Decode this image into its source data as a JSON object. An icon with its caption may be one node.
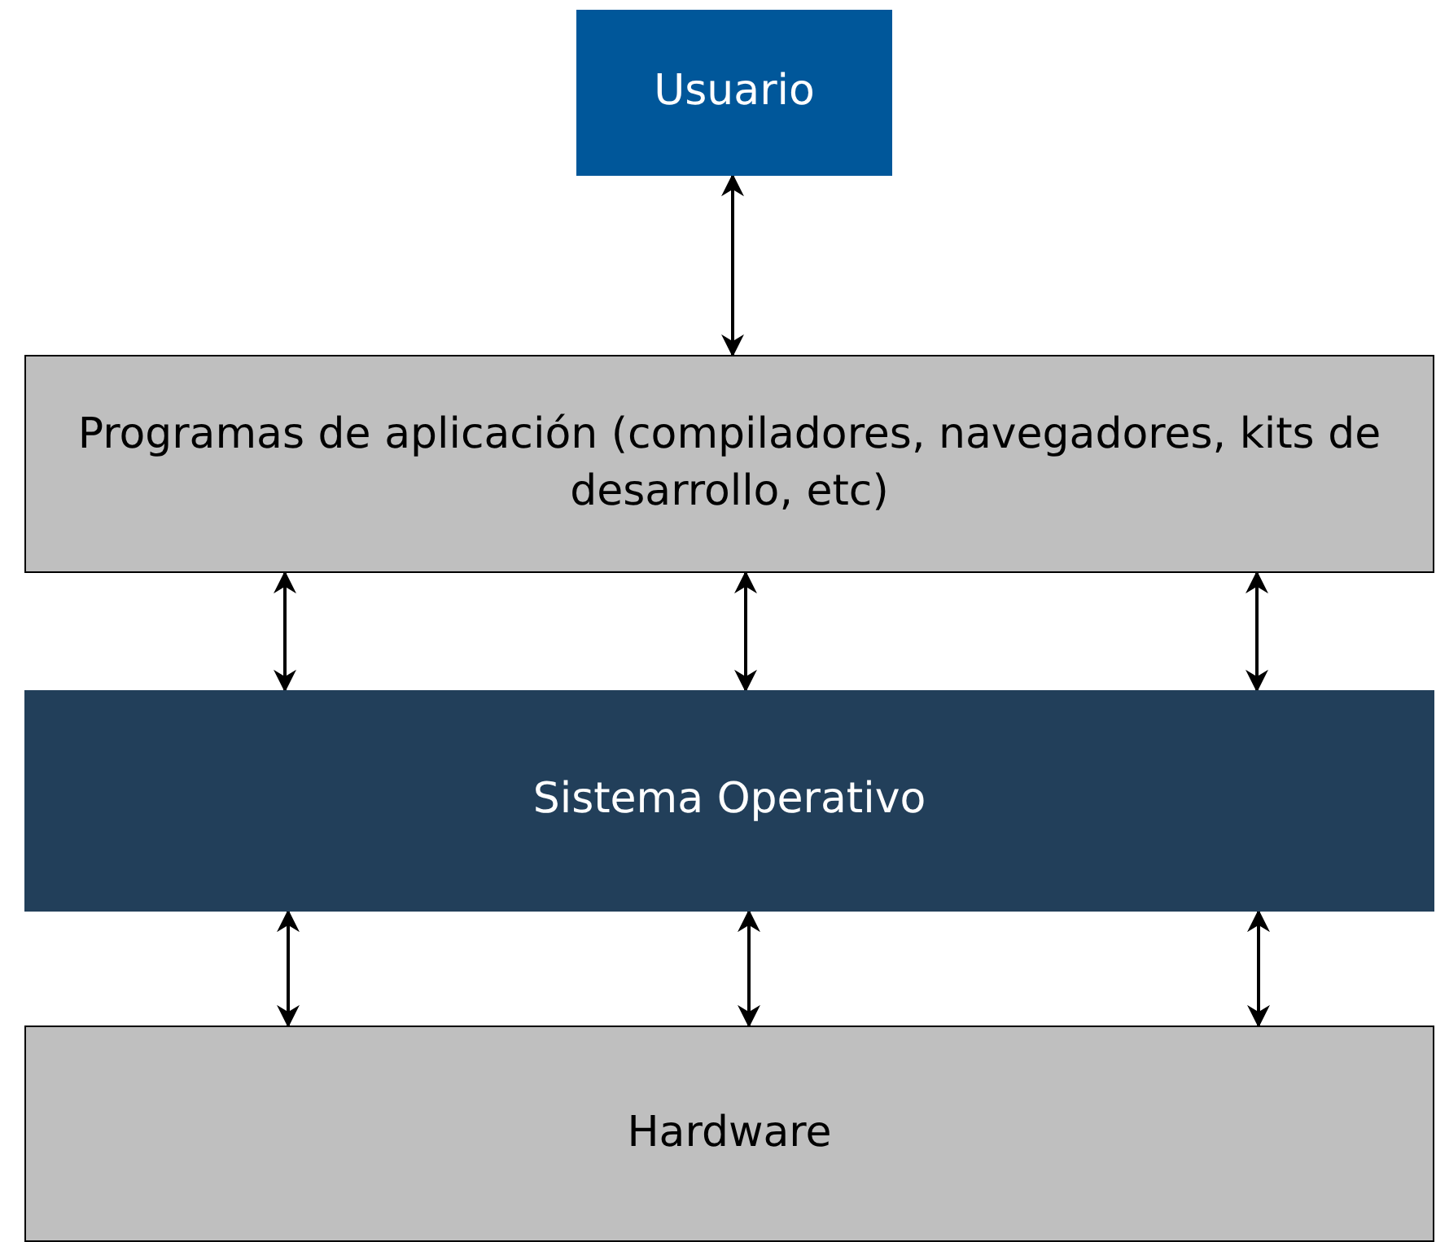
{
  "diagram": {
    "nodes": [
      {
        "text": [
          "Usuario"
        ]
      },
      {
        "text": [
          "Programas de aplicación (compiladores, navegadores, kits de desarrollo, etc)"
        ]
      },
      {
        "text": [
          "Sistema Operativo"
        ]
      },
      {
        "text": [
          "Hardware"
        ]
      }
    ],
    "edges": [
      {
        "from": 0,
        "to": 1,
        "arrow": "both"
      },
      {
        "from": 1,
        "to": 2,
        "arrow": "both"
      },
      {
        "from": 1,
        "to": 2,
        "arrow": "both"
      },
      {
        "from": 1,
        "to": 2,
        "arrow": "both"
      },
      {
        "from": 2,
        "to": 3,
        "arrow": "both"
      },
      {
        "from": 2,
        "to": 3,
        "arrow": "both"
      },
      {
        "from": 2,
        "to": 3,
        "arrow": "both"
      }
    ]
  }
}
